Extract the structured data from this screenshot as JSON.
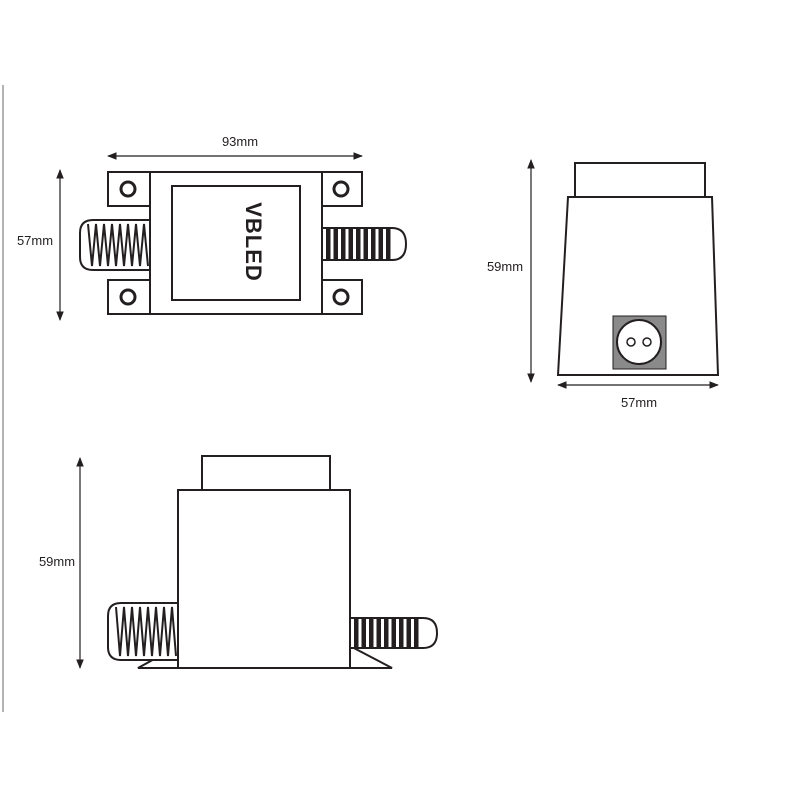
{
  "colors": {
    "line": "#231f20",
    "socket": "#8a8a8a",
    "border": "#9a9a9a"
  },
  "views": {
    "top": {
      "width_label": "93mm",
      "height_label": "57mm",
      "logo": "VBLED"
    },
    "side": {
      "height_label": "59mm",
      "width_label": "57mm"
    },
    "front": {
      "height_label": "59mm"
    }
  }
}
